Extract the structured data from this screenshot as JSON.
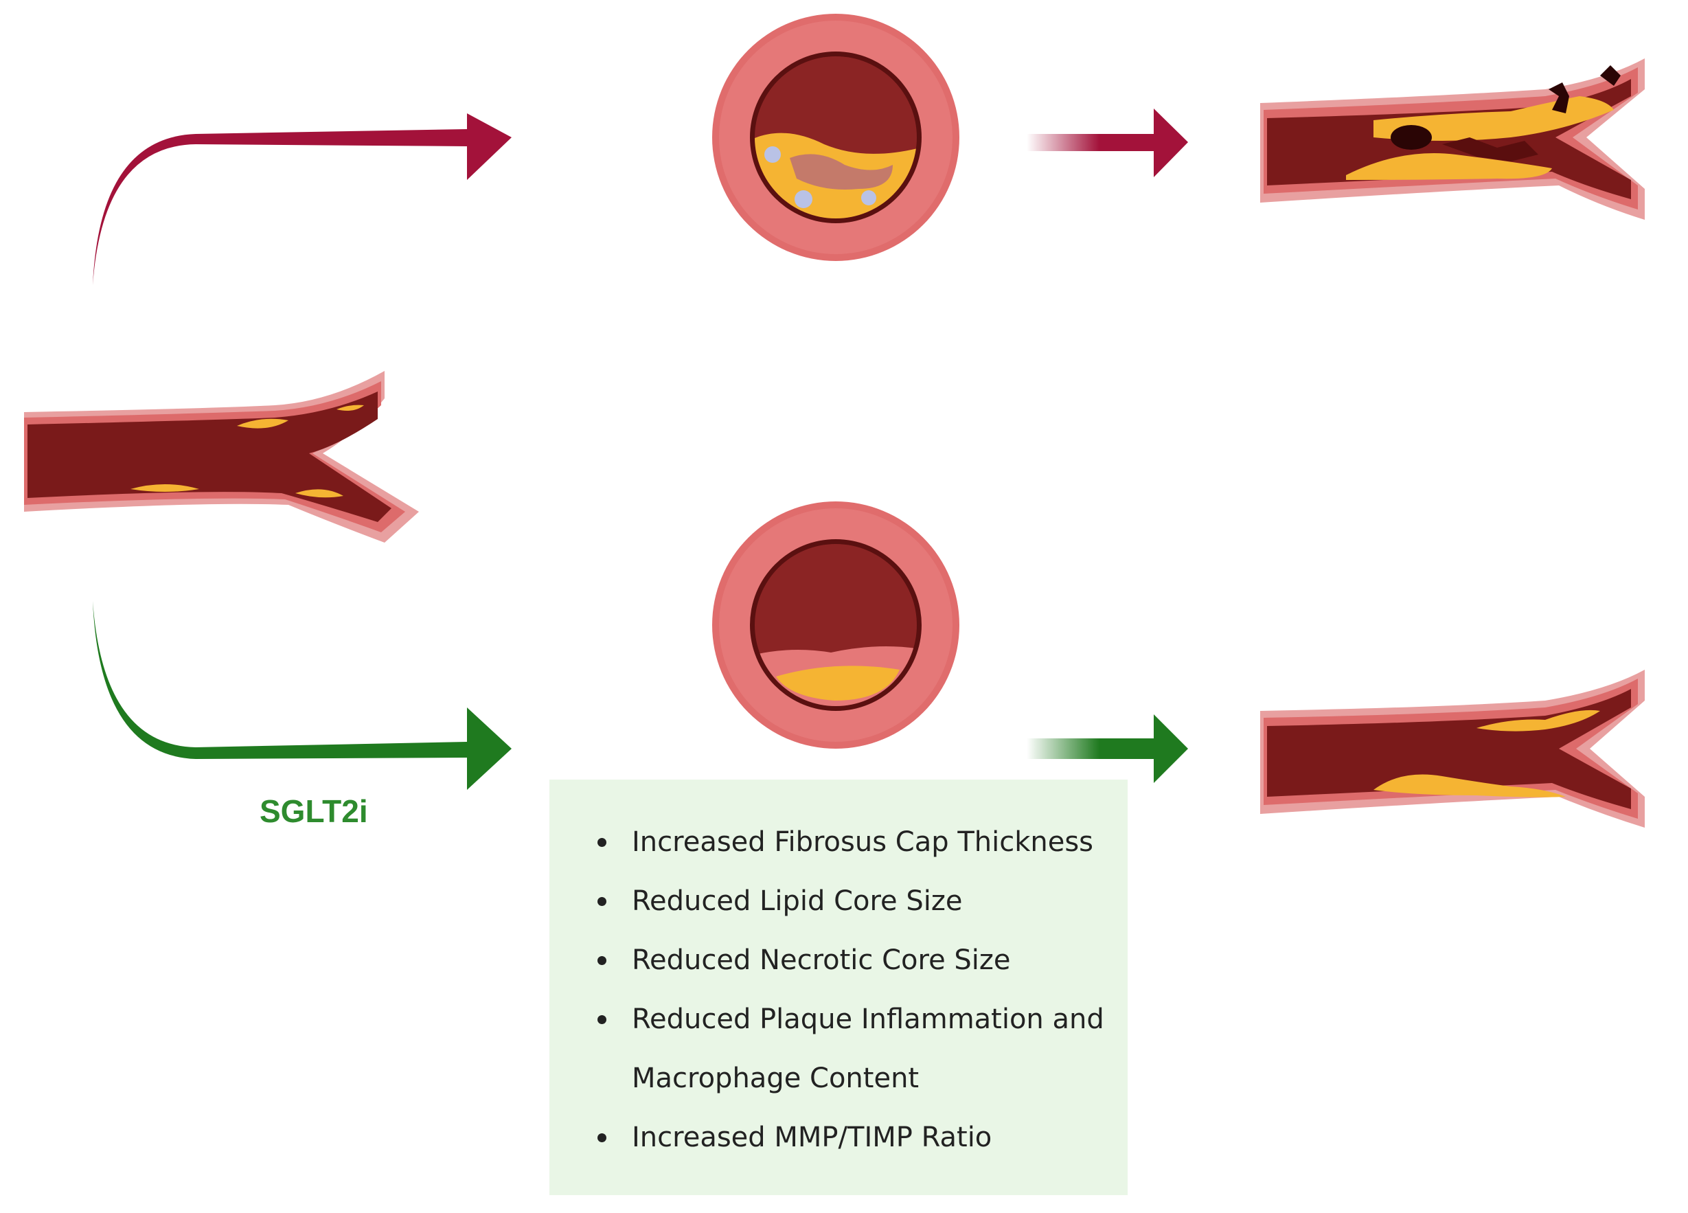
{
  "treatment_label": "SGLT2i",
  "effects": [
    "Increased Fibrosus Cap Thickness",
    "Reduced Lipid Core Size",
    "Reduced Necrotic Core Size",
    "Reduced Plaque Inflammation and Macrophage Content",
    "Increased MMP/TIMP Ratio"
  ],
  "colors": {
    "untreated_arrow": "#a3123a",
    "treated_arrow": "#1f7a1f",
    "vessel_wall": "#e06c6c",
    "lumen_blood": "#7a1a1a",
    "lipid_plaque": "#f5b433",
    "effects_box_bg": "#e9f6e6"
  }
}
